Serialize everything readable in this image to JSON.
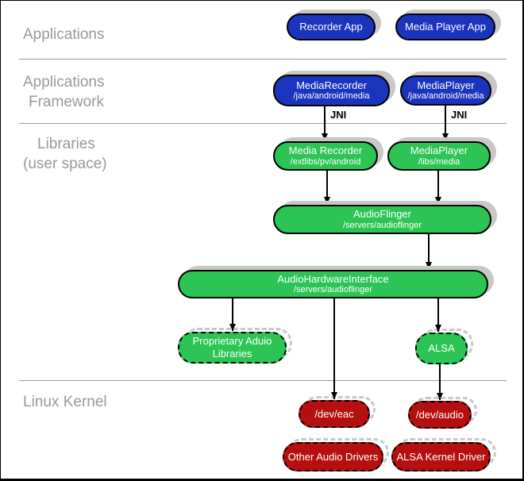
{
  "layers": {
    "applications": {
      "label": "Applications"
    },
    "framework": {
      "line1": "Applications",
      "line2": "Framework"
    },
    "libraries": {
      "line1": "Libraries",
      "line2": "(user space)"
    },
    "kernel": {
      "label": "Linux Kernel"
    }
  },
  "connections": {
    "jni_label": "JNI"
  },
  "nodes": {
    "recorder_app": {
      "title": "Recorder App"
    },
    "media_player_app": {
      "title": "Media Player App"
    },
    "media_recorder_fw": {
      "title": "MediaRecorder",
      "subtitle": "/java/android/media"
    },
    "media_player_fw": {
      "title": "MediaPlayer",
      "subtitle": "/java/android/media"
    },
    "media_recorder_lib": {
      "title": "Media Recorder",
      "subtitle": "/extlibs/pv/android"
    },
    "media_player_lib": {
      "title": "MediaPlayer",
      "subtitle": "/libs/media"
    },
    "audioflinger": {
      "title": "AudioFlinger",
      "subtitle": "/servers/audioflinger"
    },
    "audio_hardware_interface": {
      "title": "AudioHardwareInterface",
      "subtitle": "/servers/audioflinger"
    },
    "proprietary_audio_libraries": {
      "title": "Proprietary Aduio Libraries"
    },
    "alsa": {
      "title": "ALSA"
    },
    "dev_eac": {
      "title": "/dev/eac"
    },
    "dev_audio": {
      "title": "/dev/audio"
    },
    "other_audio_drivers": {
      "title": "Other Audio Drivers"
    },
    "alsa_kernel_driver": {
      "title": "ALSA Kernel Driver"
    }
  },
  "colors": {
    "app_blue": "#1b34bd",
    "lib_green": "#2cc454",
    "kernel_red": "#b50f0f",
    "shadow_gray": "#c8c8c8",
    "label_gray": "#999999",
    "divider_gray": "#999999"
  }
}
